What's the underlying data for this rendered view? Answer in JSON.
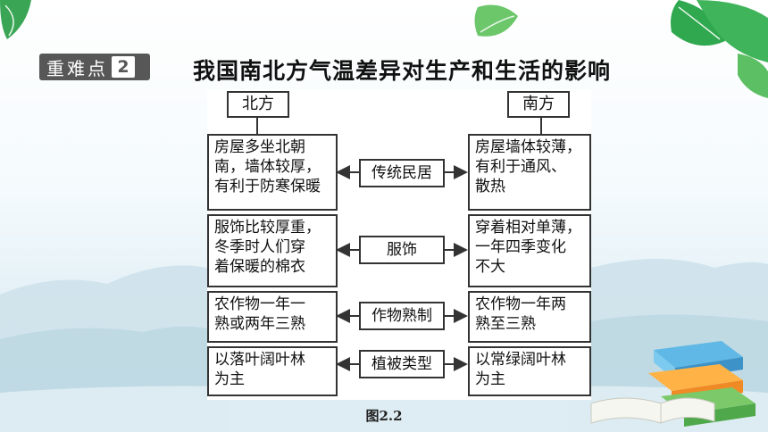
{
  "badge": {
    "label": "重难点",
    "number": "2"
  },
  "title": "我国南北方气温差异对生产和生活的影响",
  "headers": {
    "north": "北方",
    "south": "南方"
  },
  "rows": [
    {
      "category": "传统民居",
      "north": "房屋多坐北朝\n南，墙体较厚，\n有利于防寒保暖",
      "south": "房屋墙体较薄，\n有利于通风、\n散热"
    },
    {
      "category": "服饰",
      "north": "服饰比较厚重，\n冬季时人们穿\n着保暖的棉衣",
      "south": "穿着相对单薄，\n一年四季变化\n不大"
    },
    {
      "category": "作物熟制",
      "north": "农作物一年一\n熟或两年三熟",
      "south": "农作物一年两\n熟至三熟"
    },
    {
      "category": "植被类型",
      "north": "以落叶阔叶林\n为主",
      "south": "以常绿阔叶林\n为主"
    }
  ],
  "caption": "图2.2",
  "colors": {
    "leaf": "#2fa84f",
    "leaf_light": "#6cc66a",
    "badge_bg": "#575757"
  }
}
